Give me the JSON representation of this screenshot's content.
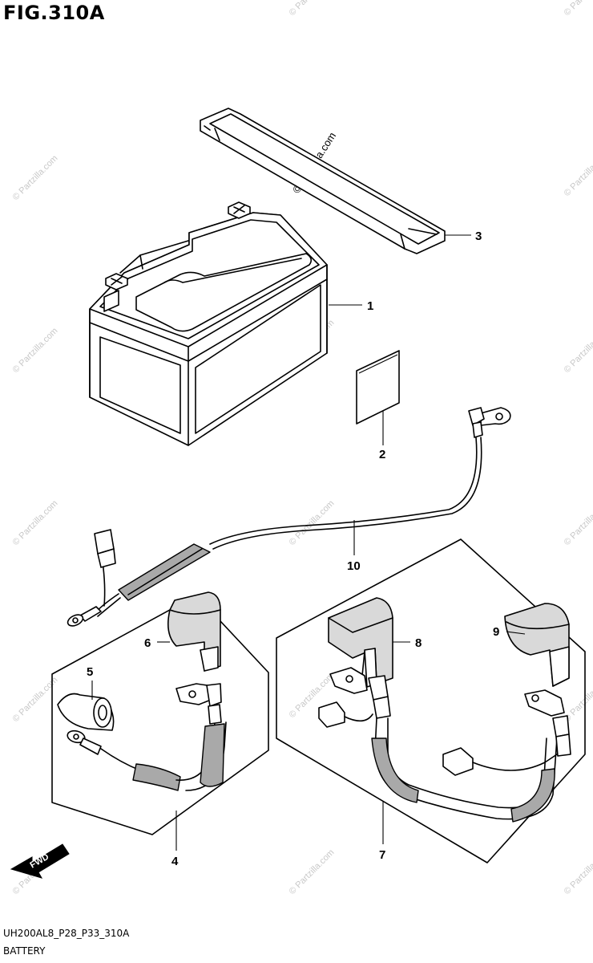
{
  "figure": {
    "title": "FIG.310A",
    "code": "UH200AL8_P28_P33_310A",
    "name": "BATTERY"
  },
  "watermark": "© Partzilla.com",
  "fwd_label": "FWD",
  "callouts": [
    {
      "id": "1",
      "part": "battery"
    },
    {
      "id": "2",
      "part": "label-card"
    },
    {
      "id": "3",
      "part": "battery-strap"
    },
    {
      "id": "4",
      "part": "negative-cable-assembly"
    },
    {
      "id": "5",
      "part": "cable-boot"
    },
    {
      "id": "6",
      "part": "terminal-cover"
    },
    {
      "id": "7",
      "part": "positive-cable-assembly"
    },
    {
      "id": "8",
      "part": "terminal-cover-positive"
    },
    {
      "id": "9",
      "part": "terminal-cover-relay"
    },
    {
      "id": "10",
      "part": "ground-lead-wire"
    }
  ]
}
